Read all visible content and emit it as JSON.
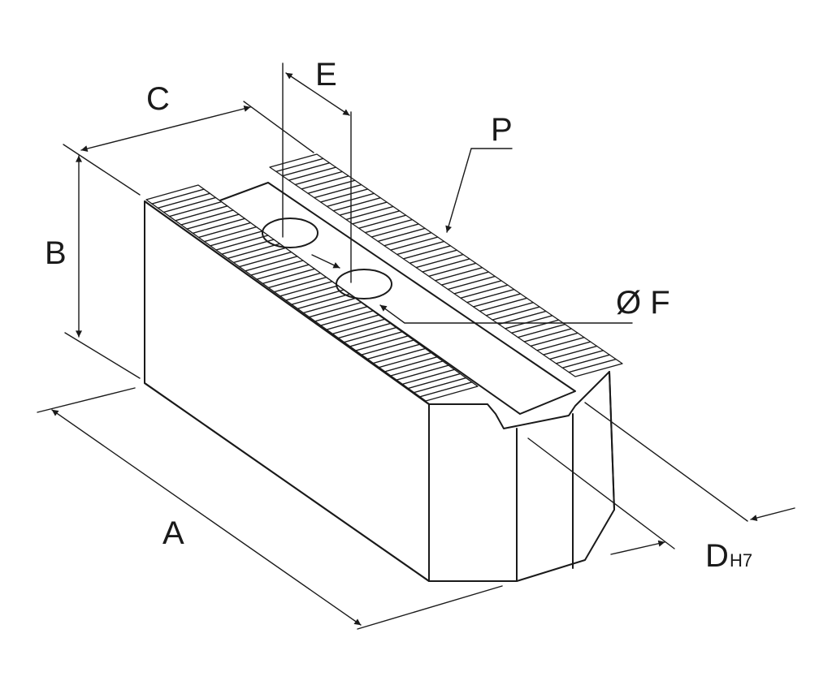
{
  "dimensions": {
    "a": "A",
    "b": "B",
    "c": "C",
    "e": "E",
    "p": "P",
    "f": "Ø F",
    "d": "D",
    "d_tol": "H7"
  },
  "colors": {
    "ink": "#1a1a1a",
    "paper": "#ffffff"
  }
}
